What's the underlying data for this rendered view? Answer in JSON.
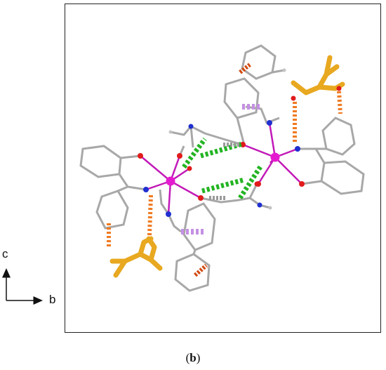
{
  "figure": {
    "caption_open": "(",
    "caption_letter": "b",
    "caption_close": ")",
    "axes": {
      "vertical_label": "c",
      "horizontal_label": "b"
    }
  },
  "colors": {
    "bond_gray": "#a8a8a8",
    "atom_gray": "#c4c4c4",
    "oxygen": "#e11b1b",
    "nitrogen": "#1f2fd0",
    "metal": "#e51ad0",
    "metal_bond": "#c21ab8",
    "hbond_green": "#22b422",
    "hbond_orange": "#f07a22",
    "solvent_gold": "#e8a820",
    "halogen_violet": "#c490e4",
    "frame": "#222222"
  }
}
